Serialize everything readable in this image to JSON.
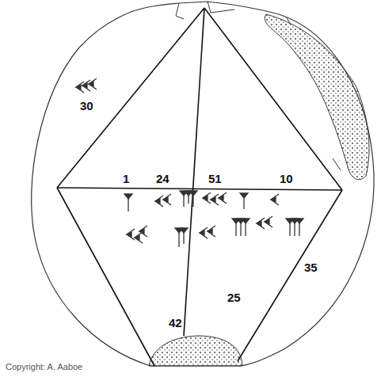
{
  "diagram": {
    "labels": [
      "30",
      "1",
      "24",
      "51",
      "10",
      "42",
      "25",
      "35",
      "Copyright: A. Aaboe"
    ]
  }
}
